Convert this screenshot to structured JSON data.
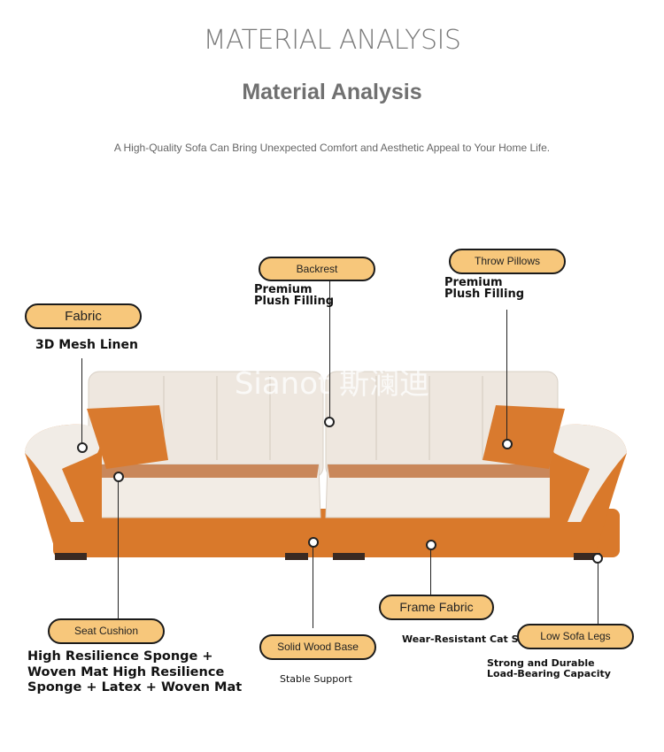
{
  "header": {
    "title_light": "MATERIAL ANALYSIS",
    "title_bold": "Material Analysis",
    "subtitle": "A High-Quality Sofa Can Bring Unexpected Comfort and Aesthetic Appeal to Your Home Life."
  },
  "watermark": "Sianot 斯澜迪",
  "callouts": {
    "fabric": {
      "label": "Fabric",
      "desc": "3D Mesh Linen"
    },
    "backrest": {
      "label": "Backrest",
      "desc": "Premium Plush Filling"
    },
    "throw_pillows": {
      "label": "Throw Pillows",
      "desc": "Premium Plush Filling"
    },
    "seat_cushion": {
      "label": "Seat Cushion",
      "desc": "High Resilience Sponge + Woven Mat High Resilience Sponge + Latex + Woven Mat"
    },
    "solid_wood_base": {
      "label": "Solid Wood Base",
      "desc": "Stable Support"
    },
    "frame_fabric": {
      "label": "Frame Fabric",
      "desc": "Wear-Resistant Cat Scratch Leather"
    },
    "low_sofa_legs": {
      "label": "Low Sofa Legs",
      "desc": "Strong and Durable Load-Bearing Capacity"
    }
  },
  "colors": {
    "pill_fill": "#f7c77b",
    "sofa_orange": "#d9792b",
    "sofa_cream": "#efe9e2"
  }
}
